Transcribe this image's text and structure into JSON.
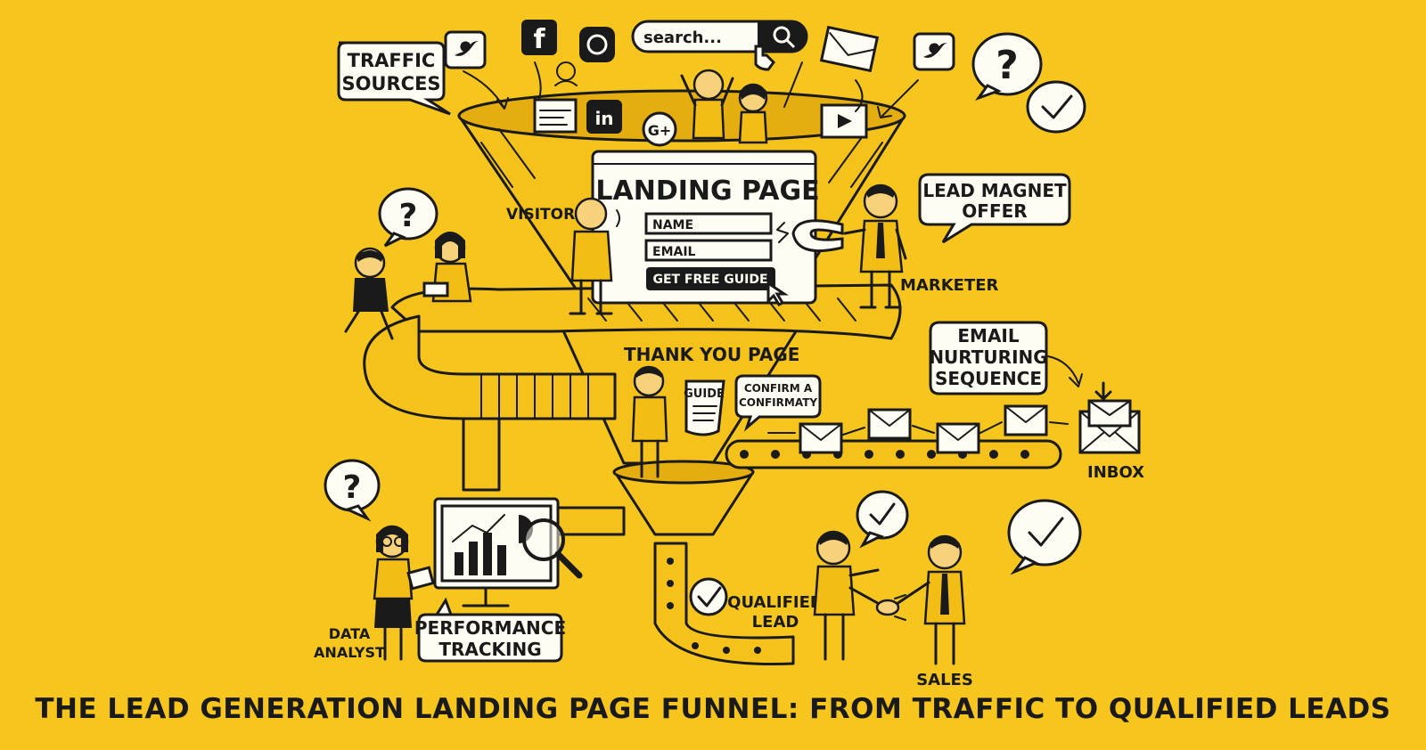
{
  "search": {
    "placeholder": "search..."
  },
  "labels": {
    "traffic_sources": [
      "TRAFFIC",
      "SOURCES"
    ],
    "landing_page": "LANDING PAGE",
    "name_field": "NAME",
    "email_field": "EMAIL",
    "cta_button": "GET FREE GUIDE",
    "visitor": "VISITOR",
    "lead_magnet": [
      "LEAD MAGNET",
      "OFFER"
    ],
    "marketer": "MARKETER",
    "thank_you_page": "THANK YOU PAGE",
    "guide": "GUIDE",
    "confirm_bubble": [
      "CONFIRM A",
      "CONFIRMATY"
    ],
    "email_nurturing": [
      "EMAIL",
      "NURTURING",
      "SEQUENCE"
    ],
    "inbox": "INBOX",
    "qualified_lead": [
      "QUALIFIED",
      "LEAD"
    ],
    "sales": "SALES",
    "data_analyst": [
      "DATA",
      "ANALYST"
    ],
    "performance_tracking": [
      "PERFORMANCE",
      "TRACKING"
    ],
    "question_mark": "?",
    "social_f": "f",
    "social_in": "in",
    "social_g": "G+"
  },
  "title": "THE LEAD GENERATION LANDING PAGE FUNNEL: FROM TRAFFIC TO QUALIFIED LEADS",
  "icons": [
    "twitter-icon",
    "facebook-icon",
    "instagram-icon",
    "search-icon",
    "envelope-icon",
    "linkedin-icon",
    "google-plus-icon",
    "video-icon",
    "checkmark-icon",
    "question-icon",
    "magnet-icon",
    "chart-icon",
    "magnifier-icon"
  ],
  "colors": {
    "background": "#f6c61e",
    "ink": "#1a1a1a",
    "paper": "#fffdf3"
  }
}
